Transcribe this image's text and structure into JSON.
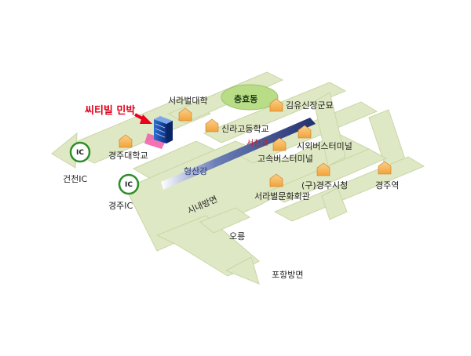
{
  "title": "씨티빌 민박",
  "district": "충효동",
  "river": "형산강",
  "bridge": "서천교",
  "ic": {
    "badge": "IC",
    "geoncheon": "건천IC",
    "gyeongju": "경주IC"
  },
  "roads": {
    "downtown": "시내방면",
    "pohang": "포항방면",
    "oreung": "오릉"
  },
  "landmarks": {
    "gyeongju_univ": "경주대학교",
    "sorabol_univ": "서라벌대학",
    "kimyusin_tomb": "김유신장군묘",
    "silla_high": "신라고등학교",
    "intercity_terminal": "시외버스터미널",
    "express_terminal": "고속버스터미널",
    "old_city_hall": "(구)경주시청",
    "gyeongju_station": "경주역",
    "sorabol_hall": "서라벌문화회관"
  },
  "colors": {
    "road": "#dfe8c4",
    "road_edge": "#c9d6a6",
    "river": "#2c3a7c",
    "green_area": "#b9dc86",
    "arrow": "#e8001c",
    "building": "#f0a23a"
  }
}
